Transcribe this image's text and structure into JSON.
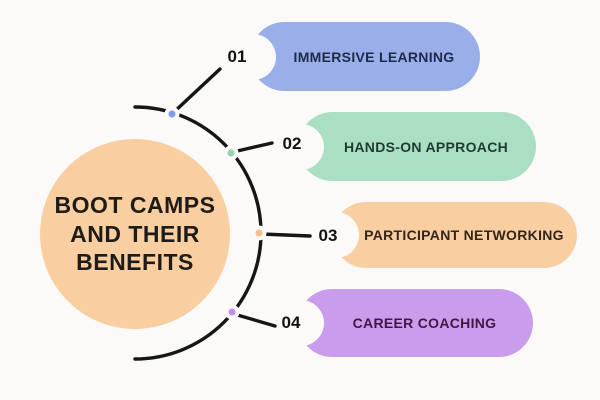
{
  "title": {
    "text": "BOOT CAMPS AND THEIR BENEFITS",
    "line1": "BOOT CAMPS",
    "line2": "AND THEIR",
    "line3": "BENEFITS",
    "color": "#1E1B18"
  },
  "benefits": [
    {
      "number": "01",
      "label": "IMMERSIVE LEARNING",
      "pill_color": "#9AAEE9",
      "dot_color": "#7E9EEB",
      "label_color": "#1C2B49"
    },
    {
      "number": "02",
      "label": "HANDS-ON APPROACH",
      "pill_color": "#AADFC4",
      "dot_color": "#90D4B0",
      "label_color": "#1E3A33"
    },
    {
      "number": "03",
      "label": "PARTICIPANT NETWORKING",
      "pill_color": "#F9CFA1",
      "dot_color": "#F6BF8A",
      "label_color": "#33251B"
    },
    {
      "number": "04",
      "label": "CAREER COACHING",
      "pill_color": "#C99DEB",
      "dot_color": "#C28FE8",
      "label_color": "#441545"
    }
  ],
  "colors": {
    "background": "#FBFAF8",
    "circle": "#F9CFA1",
    "connector": "#161616"
  }
}
